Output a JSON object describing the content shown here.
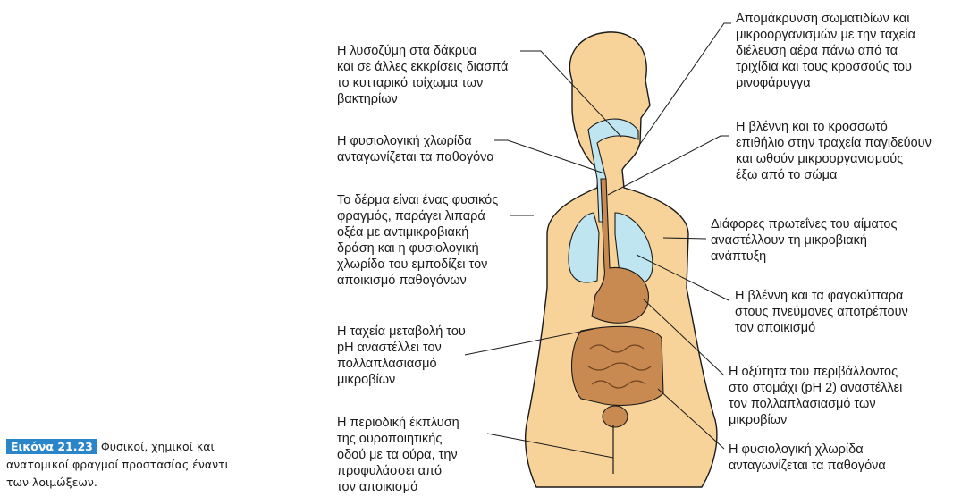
{
  "labels_left": [
    "Η λυσοζύμη στα δάκρυα\nκαι σε άλλες εκκρίσεις διασπά\nτο κυτταρικό τοίχωμα των\nβακτηρίων",
    "Η φυσιολογική χλωρίδα\nανταγωνίζεται τα παθογόνα",
    "Το δέρμα είναι ένας φυσικός\nφραγμός, παράγει λιπαρά\nοξέα με αντιμικροβιακή\nδράση και η φυσιολογική\nχλωρίδα του εμποδίζει τον\nαποικισμό παθογόνων",
    "Η ταχεία μεταβολή του\npH αναστέλλει τον\nπολλαπλασιασμό\nμικροβίων",
    "Η περιοδική έκπλυση\nτης ουροποιητικής\nοδού με τα ούρα, την\nπροφυλάσσει από\nτον αποικισμό"
  ],
  "labels_right": [
    "Απομάκρυνση σωματιδίων και\nμικροοργανισμών με την ταχεία\nδιέλευση αέρα πάνω από τα\nτριχίδια και τους κροσσούς του\nρινοφάρυγγα",
    "Η βλέννη και το κροσσωτό\nεπιθήλιο στην τραχεία παγιδεύουν\nκαι ωθούν μικροοργανισμούς\nέξω από το σώμα",
    "Διάφορες πρωτεΐνες του αίματος\nαναστέλλουν τη μικροβιακή\nανάπτυξη",
    "Η βλέννη και τα φαγοκύτταρα\nστους πνεύμονες αποτρέπουν\nτον αποικισμό",
    "Η οξύτητα του περιβάλλοντος\nστο στομάχι (pH 2) αναστέλλει\nτον πολλαπλασιασμό των\nμικροβίων",
    "Η φυσιολογική χλωρίδα\nανταγωνίζεται τα παθογόνα"
  ],
  "caption": {
    "tag": "Εικόνα 21.23",
    "text": "Φυσικοί, χημικοί και ανατομικοί φραγμοί προστασίας έναντι των λοιμώξεων."
  },
  "colors": {
    "skin": "#f7d39a",
    "outline": "#1a1a1a",
    "airway": "#bfe6f0",
    "gut": "#c98a52",
    "caption_tag": "#2a86c8"
  }
}
